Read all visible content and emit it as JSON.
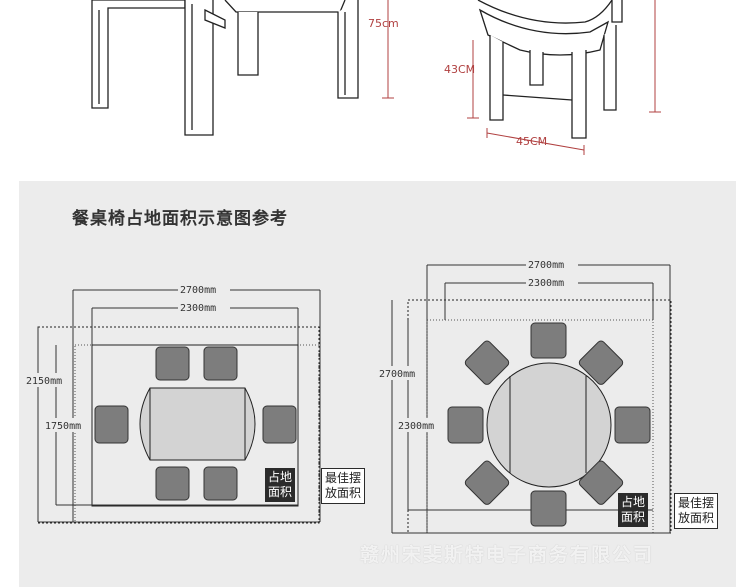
{
  "top_dims": {
    "table_height": "75cm",
    "chair_seat_height": "43CM",
    "chair_width": "45CM"
  },
  "panel": {
    "title": "餐桌椅占地面积示意图参考"
  },
  "left_diagram": {
    "outer_width": "2700mm",
    "inner_width": "2300mm",
    "outer_depth": "2150mm",
    "inner_depth": "1750mm",
    "occupy_label": "占地\n面积",
    "best_label": "最佳摆\n放面积"
  },
  "right_diagram": {
    "outer_width": "2700mm",
    "inner_width": "2300mm",
    "outer_depth": "2700mm",
    "inner_depth": "2300mm",
    "occupy_label": "占地\n面积",
    "best_label": "最佳摆\n放面积"
  },
  "watermark": "赣州宋斐斯特电子商务有限公司",
  "colors": {
    "dim_red": "#b04040",
    "seat": "#7d7d7d",
    "panel_bg": "#ececec"
  }
}
